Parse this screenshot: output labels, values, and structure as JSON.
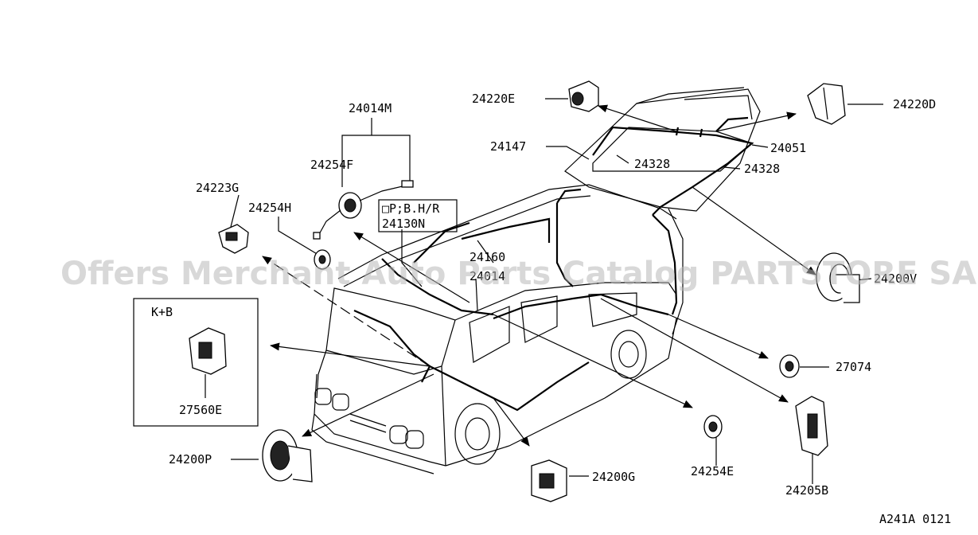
{
  "parts": {
    "p24014M": "24014M",
    "p24254F": "24254F",
    "p24223G": "24223G",
    "p24254H": "24254H",
    "note_pbhr": "□P;B.H/R",
    "p24130N": "24130N",
    "p24160": "24160",
    "p24014": "24014",
    "p24220E": "24220E",
    "p24147": "24147",
    "p24328a": "24328",
    "p24328b": "24328",
    "p24051": "24051",
    "p24220D": "24220D",
    "p24200V": "24200V",
    "p27074": "27074",
    "p24205B": "24205B",
    "p24254E": "24254E",
    "p24200G": "24200G",
    "p24200P": "24200P",
    "p27560E": "27560E"
  },
  "inset": {
    "title": "K+B"
  },
  "figure_code": "A241A 0121",
  "watermark": "Offers Merchant Auto Parts Catalog PARTSTORE SA"
}
